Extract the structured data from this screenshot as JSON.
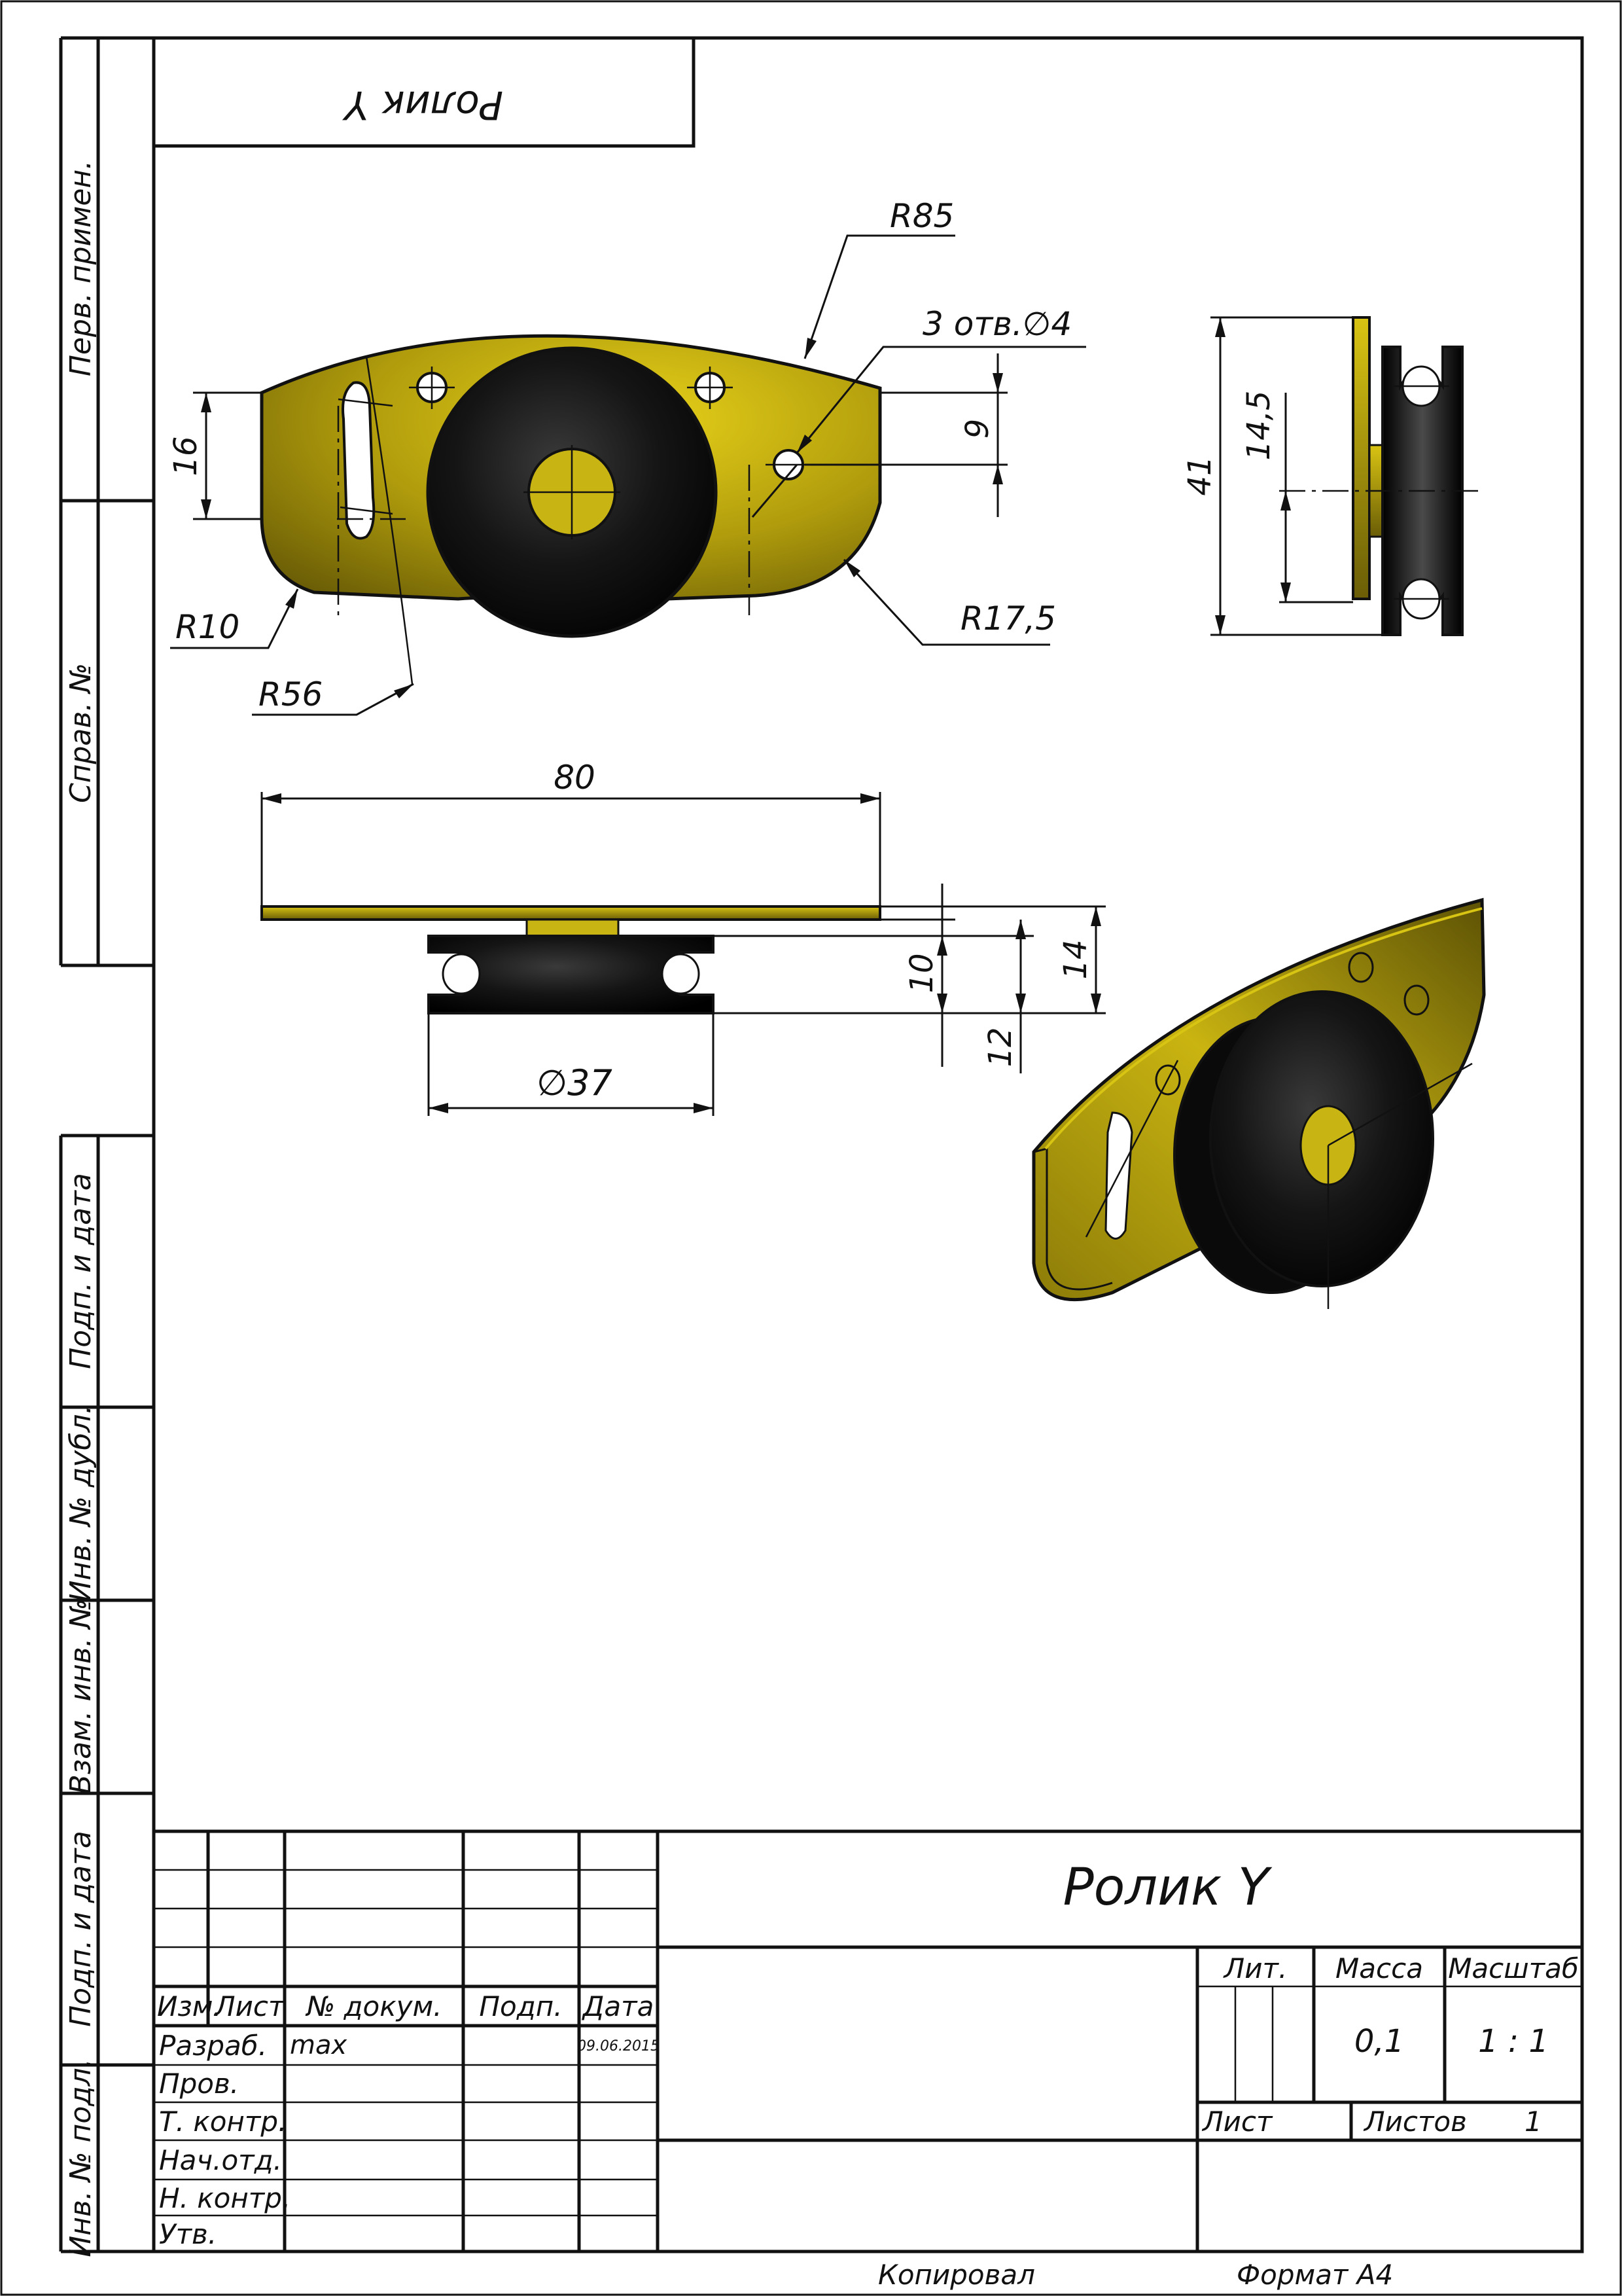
{
  "title_block": {
    "part_name": "Ролик Y",
    "part_name_rotated": "Ролик Y",
    "col_headers": [
      "Изм.",
      "Лист",
      "№ докум.",
      "Подп.",
      "Дата"
    ],
    "row_labels": [
      "Разраб.",
      "Пров.",
      "Т. контр.",
      "Нач.отд.",
      "Н. контр.",
      "Утв."
    ],
    "developer": "max",
    "date": "09.06.2015",
    "lit_label": "Лит.",
    "mass_label": "Масса",
    "scale_label": "Масштаб",
    "mass_value": "0,1",
    "scale_value": "1 : 1",
    "sheet_label": "Лист",
    "sheets_label": "Листов",
    "sheets_value": "1",
    "copied_label": "Копировал",
    "format_label": "Формат A4"
  },
  "side_stamps": [
    "Перв. примен.",
    "Справ. №",
    "Подп. и дата",
    "Инв. № дубл.",
    "Взам. инв. №",
    "Подп. и дата",
    "Инв. № подл."
  ],
  "dimensions": {
    "r85": "R85",
    "holes": "3 отв.∅4",
    "r10": "R10",
    "r56": "R56",
    "r17_5": "R17,5",
    "d16": "16",
    "d9": "9",
    "d41": "41",
    "d14_5": "14,5",
    "d80": "80",
    "d10": "10",
    "d12": "12",
    "d14": "14",
    "d37": "∅37"
  },
  "colors": {
    "plate": "#b5a10d",
    "plate_dark": "#5e5306",
    "roller": "#121212",
    "line": "#111111"
  }
}
